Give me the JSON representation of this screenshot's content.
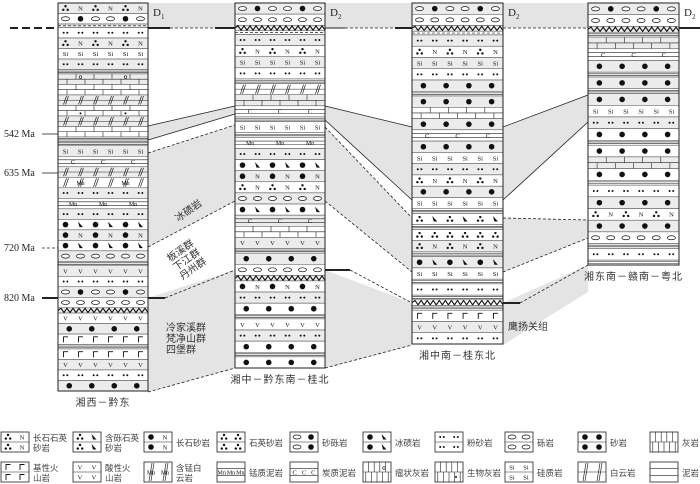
{
  "colors": {
    "band": "#e4e4e4",
    "layer_fill": "#ececec",
    "line": "#222222"
  },
  "ages": [
    "542 Ma",
    "635 Ma",
    "720 Ma",
    "820 Ma"
  ],
  "zone_labels": {
    "tillite": "冰碛岩",
    "banxi": [
      "板溪群",
      "下江群",
      "丹州群"
    ],
    "lengjiaxi": [
      "冷家溪群",
      "梵净山群",
      "四堡群"
    ],
    "yingyangguan": "鹰扬关组"
  },
  "columns": [
    {
      "name": "湘西－黔东",
      "top_label": "D",
      "top_sub": "1",
      "layers": [
        "fq",
        "sgc",
        "dash",
        "silt",
        "fq",
        "si",
        "silt",
        "mud",
        "nod",
        "ls",
        "dol",
        "bio",
        "dol",
        "ls",
        "mud",
        "mud",
        "si",
        "cmud",
        "dol",
        "mndol",
        "silt",
        "mnmud",
        "silt",
        "til",
        "fs",
        "til",
        "cong",
        "mud",
        "av",
        "silt",
        "sgc",
        "cong",
        "unc",
        "av",
        "ss",
        "bv",
        "mud",
        "bv",
        "av",
        "silt",
        "ss"
      ]
    },
    {
      "name": "湘中－黔东南－桂北",
      "top_label": "D",
      "top_sub": "2",
      "layers": [
        "sgc",
        "cong",
        "unc",
        "dash",
        "silt",
        "fq",
        "si",
        "silt",
        "mud",
        "dol",
        "ls",
        "cmud",
        "mud",
        "si",
        "mud",
        "mnmud",
        "silt",
        "til",
        "fs",
        "fq",
        "cong",
        "til",
        "cmud",
        "ls",
        "av",
        "mud",
        "ss",
        "cong",
        "unc",
        "fs",
        "silt",
        "ss",
        "mud",
        "av",
        "silt",
        "ss",
        "mud",
        "ss"
      ]
    },
    {
      "name": "湘中南－桂东北",
      "top_label": "D",
      "top_sub": "2",
      "layers": [
        "sgc",
        "cong",
        "unc",
        "dash",
        "silt",
        "fq",
        "si",
        "silt",
        "ss",
        "mud",
        "ss",
        "ls",
        "ss",
        "cmud",
        "ss",
        "si",
        "silt",
        "fq",
        "ss",
        "si",
        "mud",
        "pq",
        "mud",
        "qs",
        "fq",
        "mud",
        "til",
        "si",
        "mud",
        "silt",
        "mud",
        "unc",
        "mud",
        "bv",
        "av",
        "silt"
      ]
    },
    {
      "name": "湘东南－赣南－粤北",
      "top_label": "D",
      "top_sub": "2",
      "layers": [
        "sgc",
        "cong",
        "unc",
        "mud",
        "ls",
        "cmud",
        "ss",
        "mud",
        "ss",
        "mud",
        "ss",
        "si",
        "silt",
        "ss",
        "mud",
        "ss",
        "ls",
        "ss",
        "mud",
        "silt",
        "ss",
        "fq",
        "ss",
        "cong",
        "mud",
        "silt",
        "mud"
      ]
    }
  ],
  "legend": [
    {
      "code": "fq",
      "lines": [
        "长石石英",
        "砂岩"
      ]
    },
    {
      "code": "pq",
      "lines": [
        "含砾石英",
        "砂岩"
      ]
    },
    {
      "code": "fs",
      "lines": [
        "长石砂岩"
      ]
    },
    {
      "code": "qs",
      "lines": [
        "石英砂岩"
      ]
    },
    {
      "code": "sgc",
      "lines": [
        "砂砾岩"
      ]
    },
    {
      "code": "til",
      "lines": [
        "冰碛岩"
      ]
    },
    {
      "code": "silt",
      "lines": [
        "粉砂岩"
      ]
    },
    {
      "code": "cong",
      "lines": [
        "砾岩"
      ]
    },
    {
      "code": "ss",
      "lines": [
        "砂岩"
      ]
    },
    {
      "code": "ls",
      "lines": [
        "灰岩"
      ]
    },
    {
      "code": "bv",
      "lines": [
        "基性火",
        "山岩"
      ]
    },
    {
      "code": "av",
      "lines": [
        "酸性火",
        "山岩"
      ]
    },
    {
      "code": "mndol",
      "lines": [
        "含锰白",
        "云岩"
      ]
    },
    {
      "code": "mnmud",
      "lines": [
        "锰质泥岩"
      ]
    },
    {
      "code": "cmud",
      "lines": [
        "炭质泥岩"
      ]
    },
    {
      "code": "nod",
      "lines": [
        "瘤状灰岩"
      ]
    },
    {
      "code": "bio",
      "lines": [
        "生物灰岩"
      ]
    },
    {
      "code": "si",
      "lines": [
        "硅质岩"
      ]
    },
    {
      "code": "dol",
      "lines": [
        "白云岩"
      ]
    },
    {
      "code": "mud",
      "lines": [
        "泥岩"
      ]
    }
  ]
}
